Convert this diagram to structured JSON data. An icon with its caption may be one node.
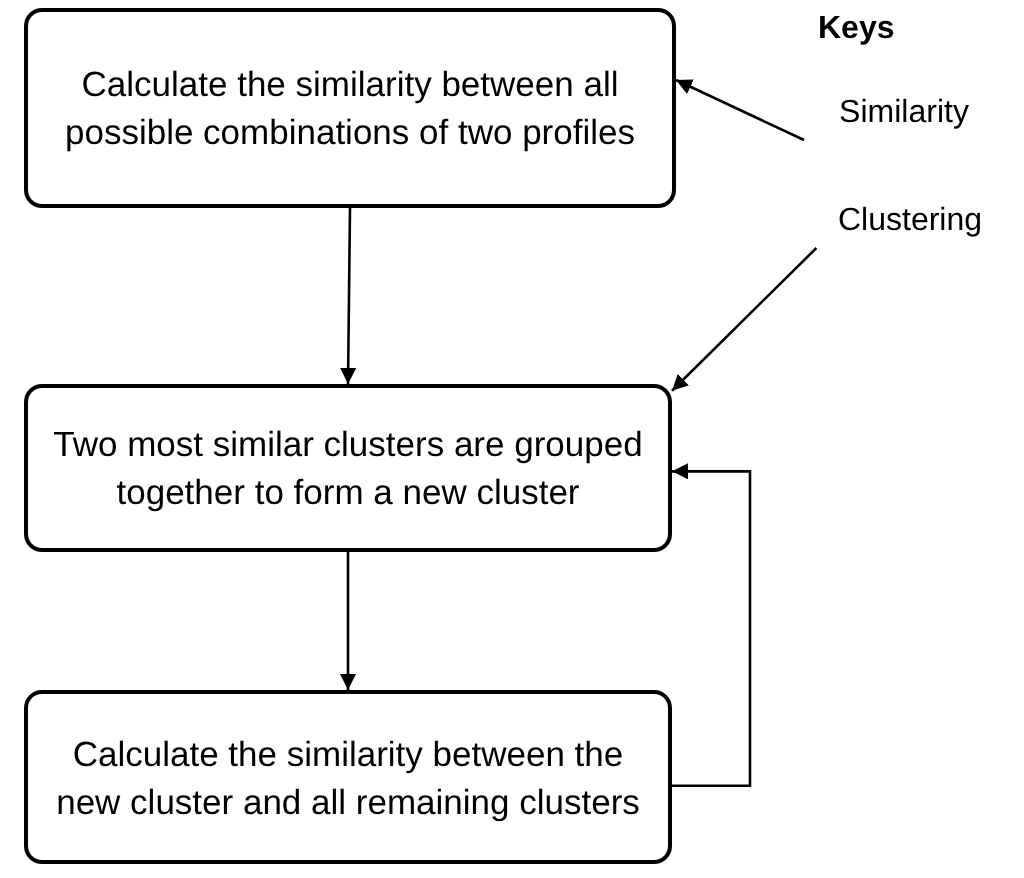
{
  "diagram": {
    "nodes": [
      {
        "text": [
          "Calculate the similarity between all possible combinations of two profiles"
        ]
      },
      {
        "text": [
          "Two most similar clusters are grouped together to form a new cluster"
        ]
      },
      {
        "text": [
          "Calculate the similarity between the new cluster and all remaining clusters"
        ]
      },
      {
        "text": [
          "Similarity"
        ]
      },
      {
        "text": [
          "Clustering"
        ]
      }
    ],
    "edges": [
      {
        "from": 0,
        "to": 1,
        "arrow": "to"
      },
      {
        "from": 1,
        "to": 2,
        "arrow": "to"
      },
      {
        "from": 2,
        "to": 1,
        "arrow": "to"
      },
      {
        "from": 3,
        "to": 0,
        "arrow": "to"
      },
      {
        "from": 4,
        "to": 1,
        "arrow": "to"
      }
    ],
    "labels": [
      "Keys"
    ]
  }
}
